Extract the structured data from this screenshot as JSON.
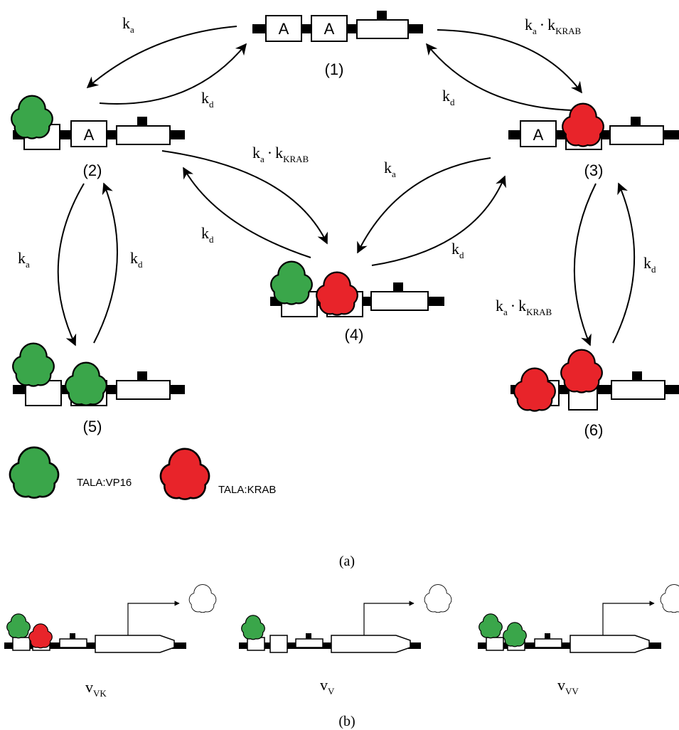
{
  "states": {
    "s1": "(1)",
    "s2": "(2)",
    "s3": "(3)",
    "s4": "(4)",
    "s5": "(5)",
    "s6": "(6)"
  },
  "site_letter": "A",
  "rates": {
    "k": "k",
    "dot": "·",
    "a": "a",
    "d": "d",
    "krab": "KRAB"
  },
  "legend": {
    "green": "TALA:VP16",
    "red": "TALA:KRAB"
  },
  "captions": {
    "a": "(a)",
    "b": "(b)"
  },
  "rates_b": {
    "v": "v",
    "vk": "VK",
    "v1": "V",
    "vv": "VV"
  },
  "colors": {
    "green": "#3aa64a",
    "red": "#e8242a",
    "black": "#000000"
  }
}
